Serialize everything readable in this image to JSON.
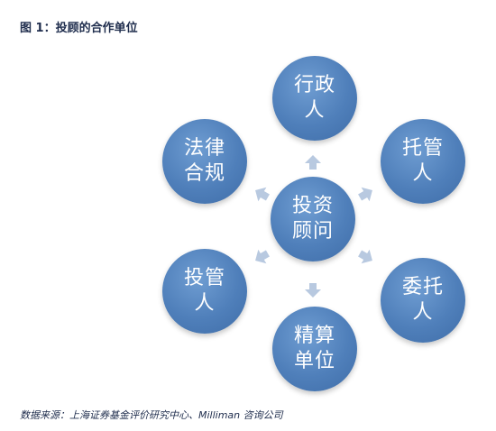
{
  "title": "图 1：投顾的合作单位",
  "center": {
    "label": "投资顾问"
  },
  "nodes": [
    {
      "id": "admin",
      "label": "行政人"
    },
    {
      "id": "custodian",
      "label": "托管人"
    },
    {
      "id": "trustee",
      "label": "委托人"
    },
    {
      "id": "settlement",
      "label": "精算单位"
    },
    {
      "id": "investment-manager",
      "label": "投管人"
    },
    {
      "id": "legal",
      "label": "法律合规"
    }
  ],
  "source": "数据来源：上海证券基金评价研究中心、Milliman 咨询公司",
  "colors": {
    "node_fill": "#4f7fba",
    "arrow_fill": "#b8c9e0",
    "text": "#ffffff"
  }
}
